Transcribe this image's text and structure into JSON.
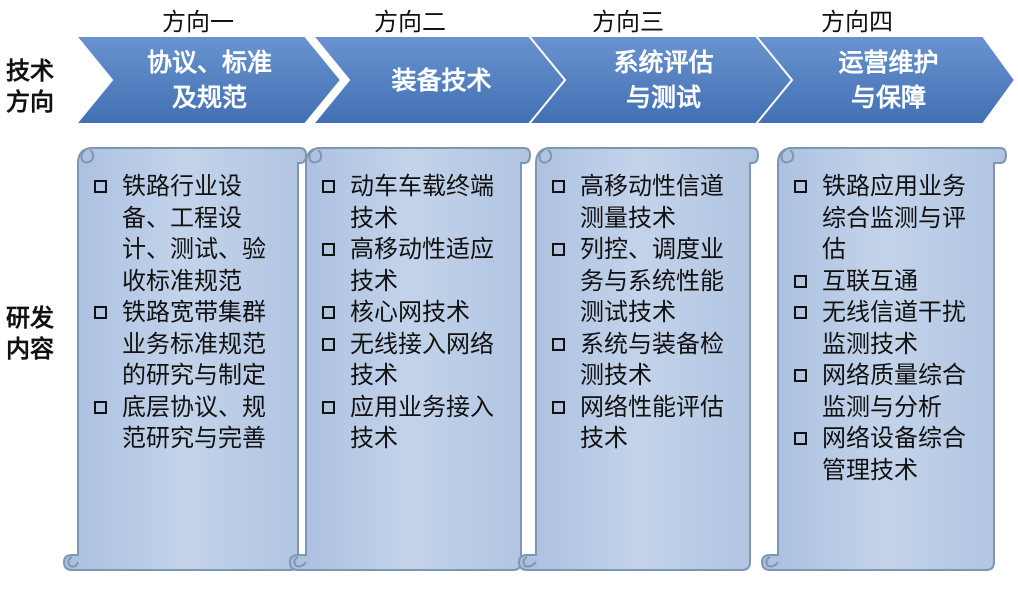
{
  "row_labels": {
    "direction": "技术\n方向",
    "content": "研发\n内容"
  },
  "colors": {
    "chevron": "#4f7bbd",
    "scroll_fill": "#b7cae4",
    "scroll_edge": "#7f96b2"
  },
  "columns": [
    {
      "heading": "方向一",
      "title": "协议、标准\n及规范",
      "items": [
        "铁路行业设备、工程设计、测试、验收标准规范",
        "铁路宽带集群业务标准规范的研究与制定",
        "底层协议、规范研究与完善"
      ]
    },
    {
      "heading": "方向二",
      "title": "装备技术",
      "items": [
        "动车车载终端技术",
        "高移动性适应技术",
        "核心网技术",
        "无线接入网络技术",
        "应用业务接入技术"
      ]
    },
    {
      "heading": "方向三",
      "title": "系统评估\n与测试",
      "items": [
        "高移动性信道测量技术",
        "列控、调度业务与系统性能测试技术",
        "系统与装备检测技术",
        "网络性能评估技术"
      ]
    },
    {
      "heading": "方向四",
      "title": "运营维护\n与保障",
      "items": [
        "铁路应用业务综合监测与评估",
        "互联互通",
        "无线信道干扰监测技术",
        "网络质量综合监测与分析",
        "网络设备综合管理技术"
      ]
    }
  ]
}
